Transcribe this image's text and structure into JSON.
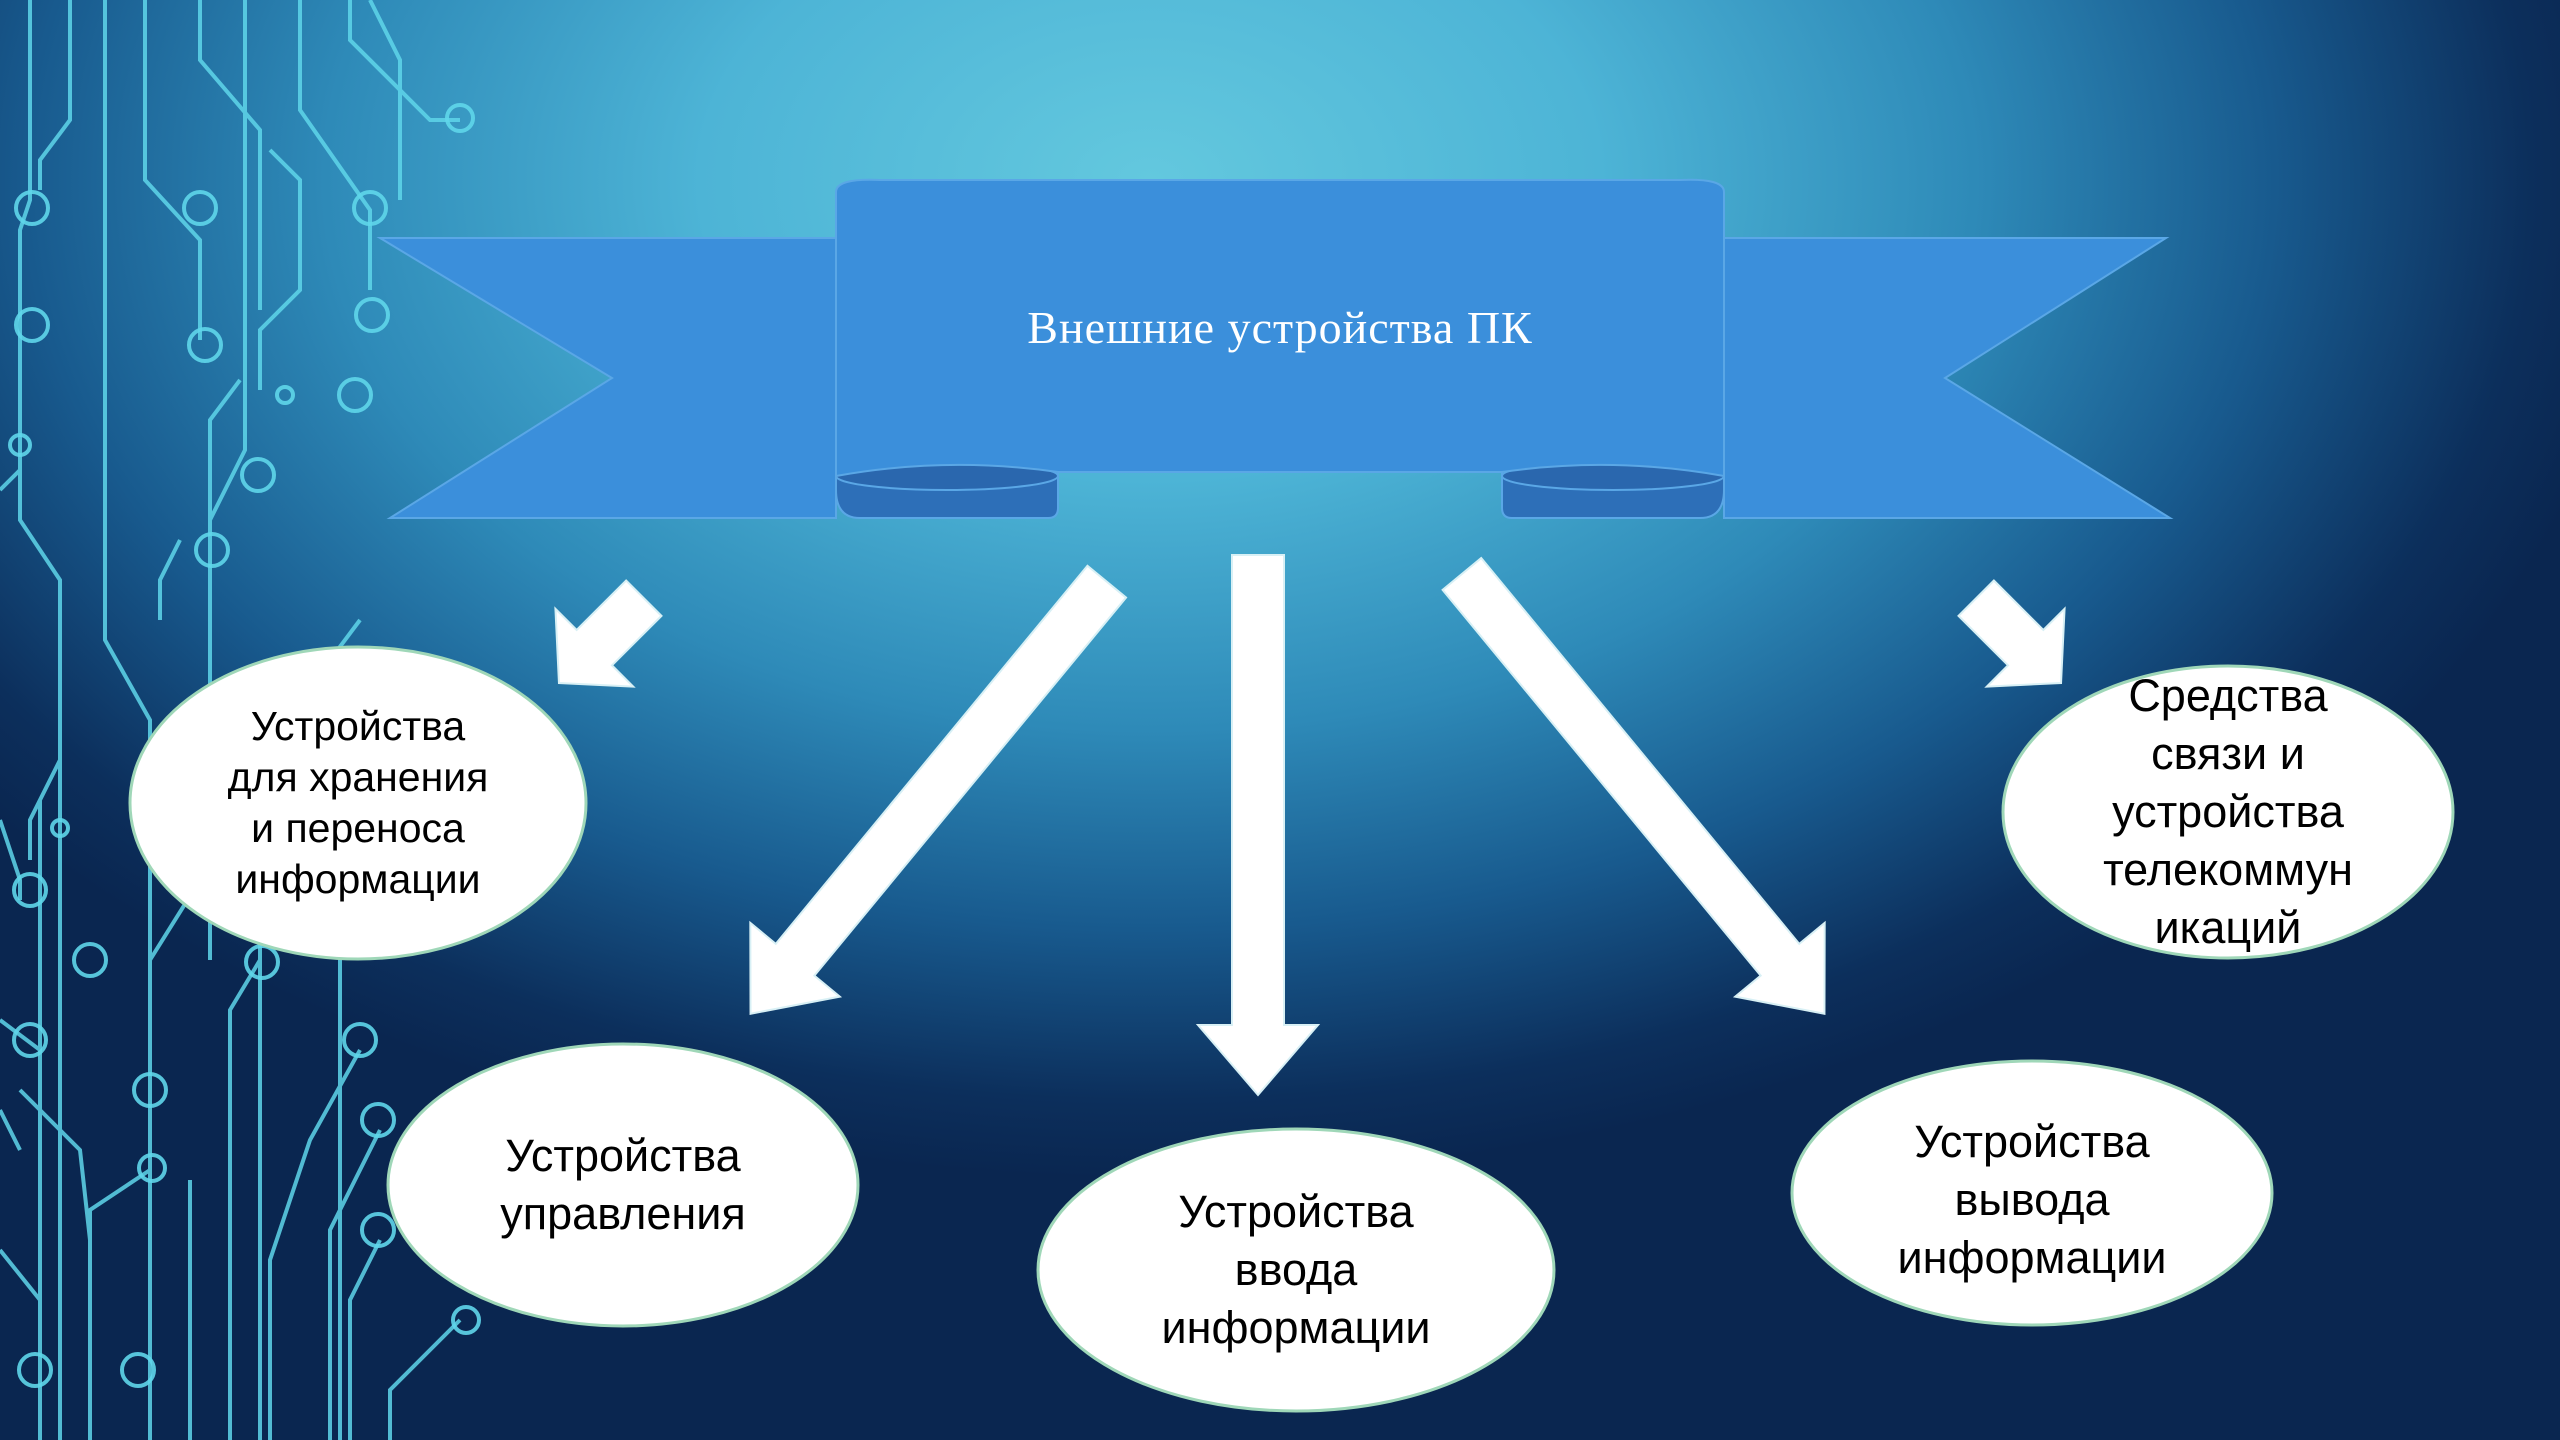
{
  "title": "Внешние устройства ПК",
  "nodes": [
    {
      "id": "storage",
      "text": "Устройства\nдля хранения\nи переноса\nинформации"
    },
    {
      "id": "communication",
      "text": "Средства\nсвязи и\nустройства\nтелекоммун\nикаций"
    },
    {
      "id": "control",
      "text": "Устройства\nуправления"
    },
    {
      "id": "input",
      "text": "Устройства\nввода\nинформации"
    },
    {
      "id": "output",
      "text": "Устройства\nвывода\nинформации"
    }
  ],
  "colors": {
    "banner": "#3b8fdb",
    "banner_fold": "#2d6fb8",
    "arrow_fill": "#ffffff",
    "ellipse_fill": "#ffffff",
    "ellipse_stroke": "#9fd7b8",
    "circuit": "#5fd6ea"
  }
}
